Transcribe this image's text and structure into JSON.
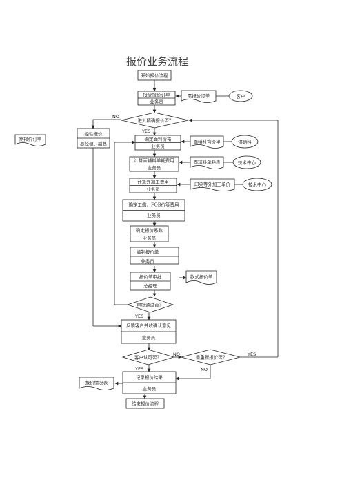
{
  "title": "报价业务流程",
  "nodes": {
    "start": "开始报价流程",
    "receive_order_1": "接受报价订单",
    "receive_order_2": "业务员",
    "inquiry_doc": "需报价订单",
    "customer": "客户",
    "decision_accurate": "进入精确报价否?",
    "experience_1": "经验报价",
    "experience_2": "总经理、副总",
    "inquiry_doc_left": "需报价订单",
    "fabric_price_1": "确定面料价格",
    "fabric_price_2": "业务员",
    "fabric_quote_doc": "面辅料询价单",
    "supplier": "供销科",
    "consumption_1": "计算面辅料单耗费用",
    "consumption_2": "业务员",
    "consumption_doc": "面辅料单耗表",
    "tech_center_1": "技术中心",
    "processing_1": "计算外加工费用",
    "processing_2": "业务员",
    "processing_doc": "印染等外加工单价",
    "tech_center_2": "技术中心",
    "labor_fob_1": "确定工缴、FOB价等费用",
    "labor_fob_2": "业务员",
    "coefficient_1": "确定报价系数",
    "coefficient_2": "业务员",
    "compile_1": "编制报价单",
    "compile_2": "业务员",
    "formal_doc": "款式报价单",
    "approval_1": "报价单审批",
    "approval_2": "总经理",
    "decision_approved": "审批通过否?",
    "feedback_1": "反馈客户并收确认意见",
    "feedback_2": "业务员",
    "decision_customer": "客户认可否?",
    "decision_requote": "需重新报价否?",
    "record_1": "记录报价结果",
    "record_2": "业务员",
    "record_doc": "报价情况表",
    "end": "结束报价流程"
  },
  "labels": {
    "no_1": "NO",
    "yes_1": "YES",
    "yes_2": "YES",
    "no_2": "NO",
    "yes_3": "YES",
    "no_3": "NO",
    "yes_4": "YES"
  }
}
